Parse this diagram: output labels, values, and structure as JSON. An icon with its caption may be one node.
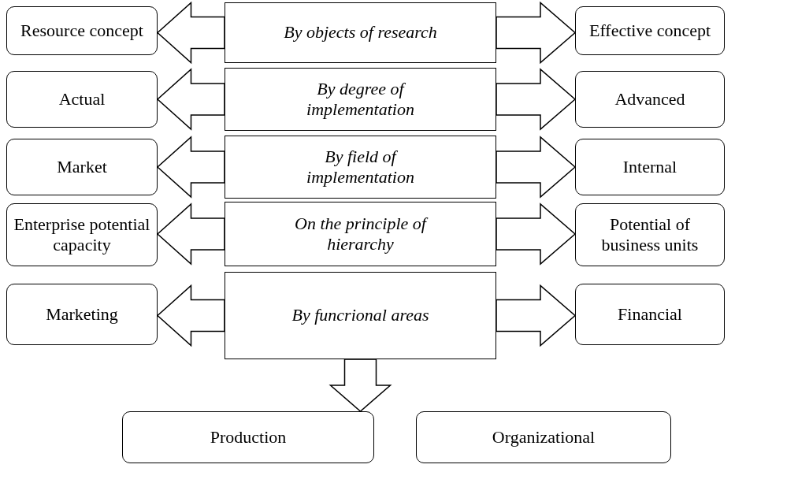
{
  "diagram": {
    "nodes": [
      {
        "text": [
          "Resource concept"
        ]
      },
      {
        "text": [
          "By objects of research"
        ]
      },
      {
        "text": [
          "Effective concept"
        ]
      },
      {
        "text": [
          "Actual"
        ]
      },
      {
        "text": [
          "By degree of implementation"
        ]
      },
      {
        "text": [
          "Advanced"
        ]
      },
      {
        "text": [
          "Market"
        ]
      },
      {
        "text": [
          "By field of implementation"
        ]
      },
      {
        "text": [
          "Internal"
        ]
      },
      {
        "text": [
          "Enterprise potential capacity"
        ]
      },
      {
        "text": [
          "On the principle of hierarchy"
        ]
      },
      {
        "text": [
          "Potential of business units"
        ]
      },
      {
        "text": [
          "Marketing"
        ]
      },
      {
        "text": [
          "By funcrional areas"
        ]
      },
      {
        "text": [
          "Financial"
        ]
      },
      {
        "text": [
          "Production"
        ]
      },
      {
        "text": [
          "Organizational"
        ]
      }
    ],
    "edges": [
      {
        "from": 1,
        "to": 0,
        "arrow": "to"
      },
      {
        "from": 1,
        "to": 2,
        "arrow": "to"
      },
      {
        "from": 4,
        "to": 3,
        "arrow": "to"
      },
      {
        "from": 4,
        "to": 5,
        "arrow": "to"
      },
      {
        "from": 7,
        "to": 6,
        "arrow": "to"
      },
      {
        "from": 7,
        "to": 8,
        "arrow": "to"
      },
      {
        "from": 10,
        "to": 9,
        "arrow": "to"
      },
      {
        "from": 10,
        "to": 11,
        "arrow": "to"
      },
      {
        "from": 13,
        "to": 12,
        "arrow": "to"
      },
      {
        "from": 13,
        "to": 14,
        "arrow": "to"
      },
      {
        "from": 13,
        "to": 15,
        "arrow": "to"
      },
      {
        "from": 13,
        "to": 16,
        "arrow": "to"
      }
    ]
  }
}
